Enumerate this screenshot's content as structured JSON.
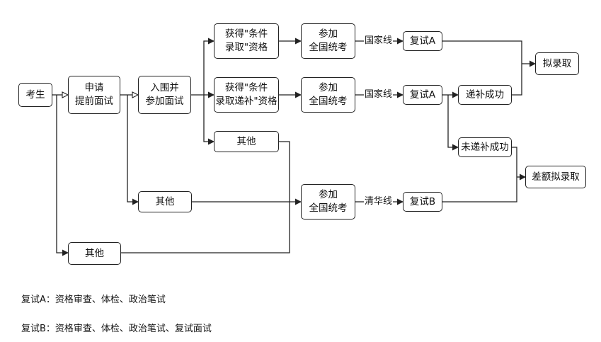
{
  "nodes": {
    "kaosheng": "考生",
    "shenqing": "申请\n提前面试",
    "ruwei": "入围并\n参加面试",
    "huode1": "获得\"条件\n录取\"资格",
    "huode2": "获得\"条件\n录取递补\"资格",
    "qita_top": "其他",
    "qita_mid": "其他",
    "qita_bottom": "其他",
    "kao1": "参加\n全国统考",
    "kao2": "参加\n全国统考",
    "kao3": "参加\n全国统考",
    "fushiA1": "复试A",
    "fushiA2": "复试A",
    "fushiB": "复试B",
    "dibu": "递补成功",
    "weidibu": "未递补成功",
    "nilu": "拟录取",
    "chae": "差额拟录取"
  },
  "edge_labels": {
    "guojia1": "国家线",
    "guojia2": "国家线",
    "qinghua": "清华线"
  },
  "notes": {
    "a": "复试A：资格审查、体检、政治笔试",
    "b": "复试B：资格审查、体检、政治笔试、复试面试"
  }
}
